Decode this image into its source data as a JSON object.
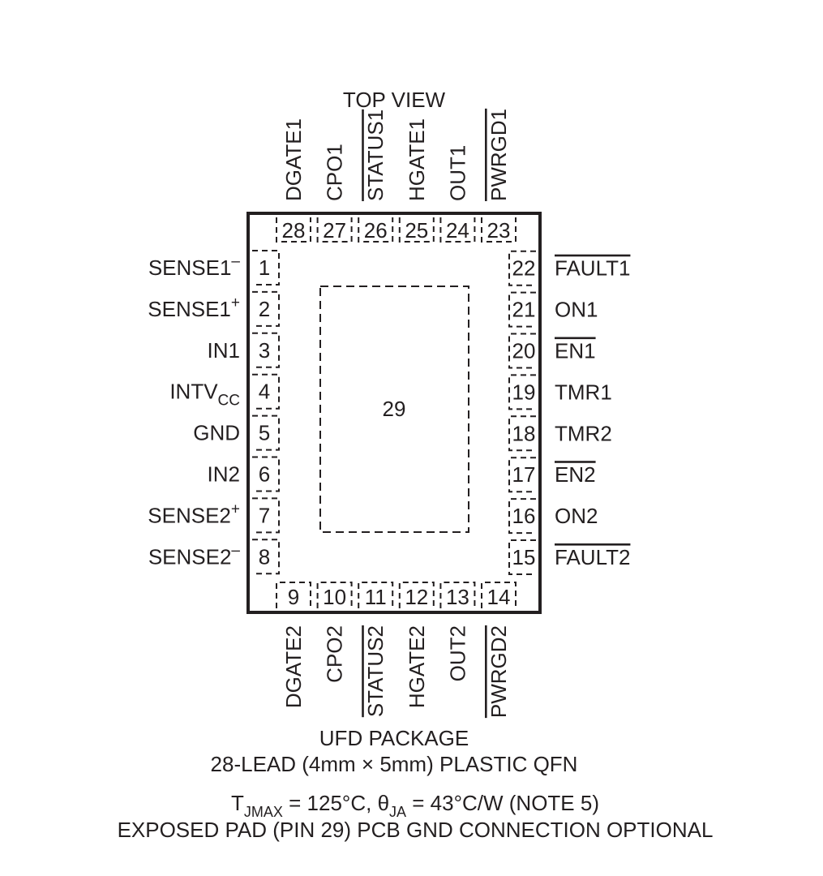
{
  "title": "TOP VIEW",
  "exposed_pad": "29",
  "pins_left": [
    {
      "num": "1",
      "name": "SENSE1",
      "sup": "–",
      "overbar": false
    },
    {
      "num": "2",
      "name": "SENSE1",
      "sup": "+",
      "overbar": false
    },
    {
      "num": "3",
      "name": "IN1",
      "overbar": false
    },
    {
      "num": "4",
      "name": "INTV",
      "sub": "CC",
      "overbar": false
    },
    {
      "num": "5",
      "name": "GND",
      "overbar": false
    },
    {
      "num": "6",
      "name": "IN2",
      "overbar": false
    },
    {
      "num": "7",
      "name": "SENSE2",
      "sup": "+",
      "overbar": false
    },
    {
      "num": "8",
      "name": "SENSE2",
      "sup": "–",
      "overbar": false
    }
  ],
  "pins_bottom": [
    {
      "num": "9",
      "name": "DGATE2",
      "overbar": false
    },
    {
      "num": "10",
      "name": "CPO2",
      "overbar": false
    },
    {
      "num": "11",
      "name": "STATUS2",
      "overbar": true
    },
    {
      "num": "12",
      "name": "HGATE2",
      "overbar": false
    },
    {
      "num": "13",
      "name": "OUT2",
      "overbar": false
    },
    {
      "num": "14",
      "name": "PWRGD2",
      "overbar": true
    }
  ],
  "pins_right": [
    {
      "num": "15",
      "name": "FAULT2",
      "overbar": true
    },
    {
      "num": "16",
      "name": "ON2",
      "overbar": false
    },
    {
      "num": "17",
      "name": "EN2",
      "overbar": true
    },
    {
      "num": "18",
      "name": "TMR2",
      "overbar": false
    },
    {
      "num": "19",
      "name": "TMR1",
      "overbar": false
    },
    {
      "num": "20",
      "name": "EN1",
      "overbar": true
    },
    {
      "num": "21",
      "name": "ON1",
      "overbar": false
    },
    {
      "num": "22",
      "name": "FAULT1",
      "overbar": true
    }
  ],
  "pins_top": [
    {
      "num": "28",
      "name": "DGATE1",
      "overbar": false
    },
    {
      "num": "27",
      "name": "CPO1",
      "overbar": false
    },
    {
      "num": "26",
      "name": "STATUS1",
      "overbar": true
    },
    {
      "num": "25",
      "name": "HGATE1",
      "overbar": false
    },
    {
      "num": "24",
      "name": "OUT1",
      "overbar": false
    },
    {
      "num": "23",
      "name": "PWRGD1",
      "overbar": true
    }
  ],
  "package": {
    "line1": "UFD PACKAGE",
    "line2": "28-LEAD (4mm × 5mm) PLASTIC QFN",
    "tjmax_prefix": "T",
    "tjmax_sub": "JMAX",
    "tjmax_value": " = 125°C, ",
    "theta": "θ",
    "theta_sub": "JA",
    "theta_value": " = 43°C/W (NOTE 5)",
    "line4": "EXPOSED PAD (PIN 29) PCB GND CONNECTION OPTIONAL"
  }
}
